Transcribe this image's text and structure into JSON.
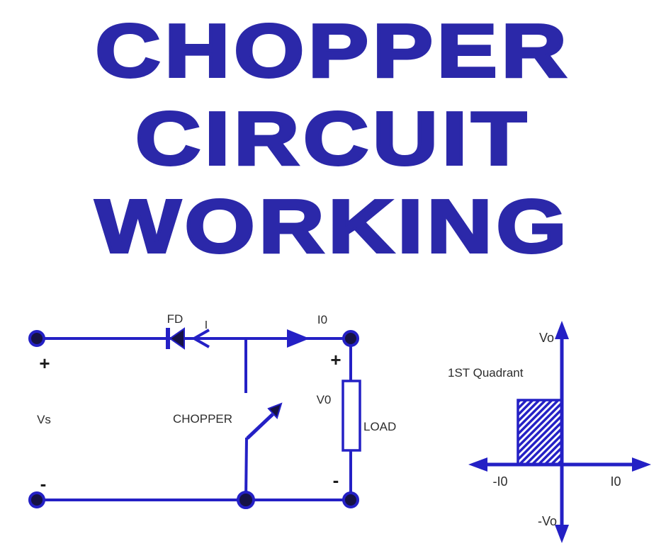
{
  "title": {
    "lines": [
      "CHOPPER",
      "CIRCUIT",
      "WORKING"
    ],
    "color": "#2b28a9"
  },
  "colors": {
    "wire_blue": "#2420c5",
    "dark_navy_fill": "#161244",
    "label_text": "#2d2d2d",
    "background": "#ffffff"
  },
  "circuit": {
    "labels": {
      "freewheeling_diode": "FD",
      "current": "I",
      "output_current": "I0",
      "chopper": "CHOPPER",
      "source_voltage": "Vs",
      "output_voltage": "V0",
      "load": "LOAD",
      "plus_left": "+",
      "minus_left": "-",
      "plus_right": "+",
      "minus_right": "-"
    }
  },
  "quadrant": {
    "labels": {
      "v_axis_pos": "Vo",
      "v_axis_neg": "-Vo",
      "i_axis_pos": "I0",
      "i_axis_neg": "-I0",
      "region": "1ST Quadrant"
    }
  }
}
